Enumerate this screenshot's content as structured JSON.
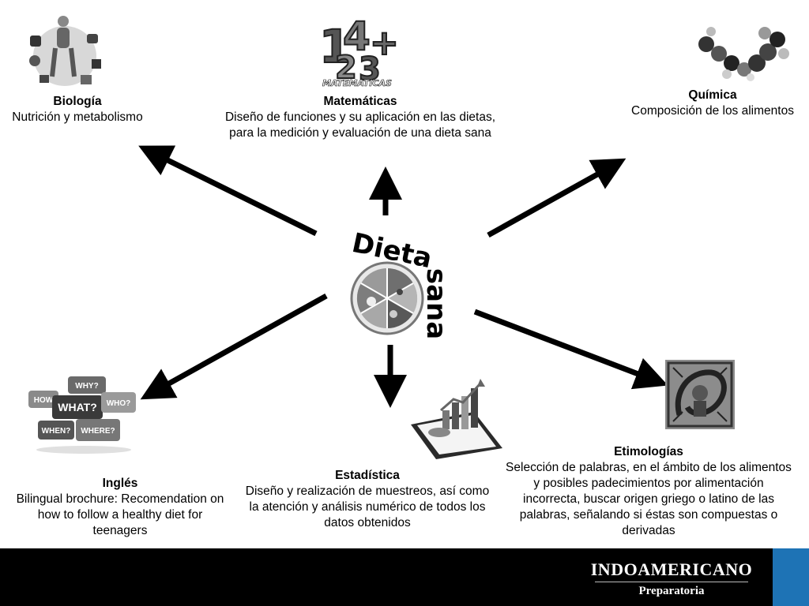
{
  "center": {
    "word1": "Dieta",
    "word2": "sana"
  },
  "biologia": {
    "title": "Biología",
    "desc": "Nutrición y metabolismo"
  },
  "matematicas": {
    "title": "Matemáticas",
    "desc": "Diseño de funciones y su aplicación en las dietas, para la medición y evaluación de una dieta sana",
    "icon_text": "MATEMATICAS"
  },
  "quimica": {
    "title": "Química",
    "desc": "Composición de los alimentos"
  },
  "ingles": {
    "title": "Inglés",
    "desc": "Bilingual brochure: Recomendation on how to follow a healthy diet for teenagers",
    "bubbles": [
      "HOW",
      "WHY?",
      "WHAT?",
      "WHO?",
      "WHEN?",
      "WHERE?"
    ]
  },
  "estadistica": {
    "title": "Estadística",
    "desc": "Diseño y realización de muestreos, así como la atención y análisis numérico de todos los datos obtenidos"
  },
  "etimologias": {
    "title": "Etimologías",
    "desc": "Selección de palabras, en el ámbito de los alimentos y posibles padecimientos por alimentación incorrecta, buscar origen griego o latino de las palabras, señalando si éstas son compuestas o derivadas"
  },
  "footer": {
    "brand": "INDOAMERICANO",
    "subtitle": "Preparatoria",
    "accent": "#1e73b5"
  }
}
